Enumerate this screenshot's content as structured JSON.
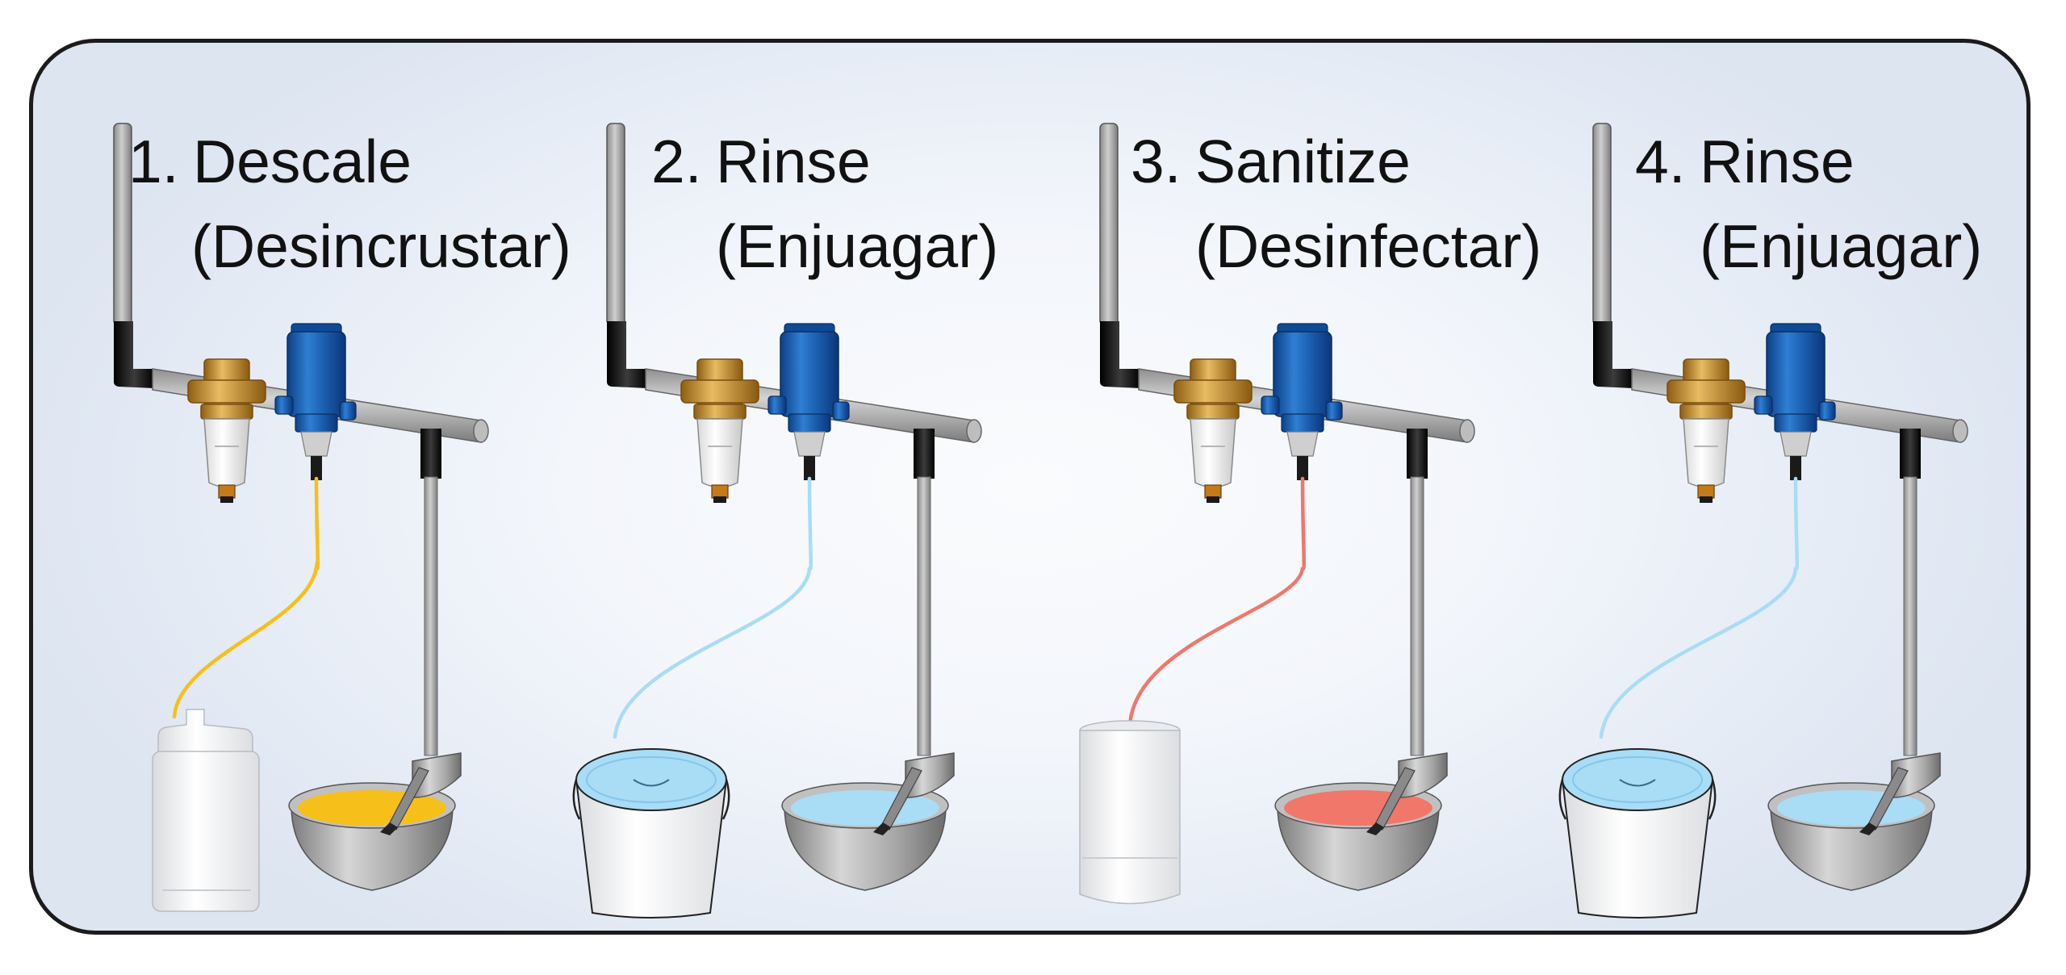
{
  "steps": [
    {
      "number": "1.",
      "title": "Descale",
      "subtitle": "(Desincrustar)",
      "solution_container": "jug",
      "liquid_color": "#f7bf1a",
      "liquid_dark": "#e6a400"
    },
    {
      "number": "2.",
      "title": "Rinse",
      "subtitle": "(Enjuagar)",
      "solution_container": "bucket",
      "liquid_color": "#a9dcf5",
      "liquid_dark": "#84c6ea"
    },
    {
      "number": "3.",
      "title": "Sanitize",
      "subtitle": "(Desinfectar)",
      "solution_container": "tub",
      "liquid_color": "#f0776a",
      "liquid_dark": "#df5b4d"
    },
    {
      "number": "4.",
      "title": "Rinse",
      "subtitle": "(Enjuagar)",
      "solution_container": "bucket",
      "liquid_color": "#a9dcf5",
      "liquid_dark": "#84c6ea"
    }
  ],
  "colors": {
    "frame_border": "#1b1b1b",
    "pipe_gray": "#a6a6a6",
    "pipe_black": "#1a1a1a",
    "doser_blue": "#1c62b4",
    "filter_brass": "#c9952e",
    "text": "#111111"
  },
  "icons": [
    "pipe-icon",
    "water-filter-icon",
    "dosing-pump-icon",
    "hose-icon",
    "jug-icon",
    "bucket-icon",
    "tub-icon",
    "water-bowl-icon"
  ]
}
